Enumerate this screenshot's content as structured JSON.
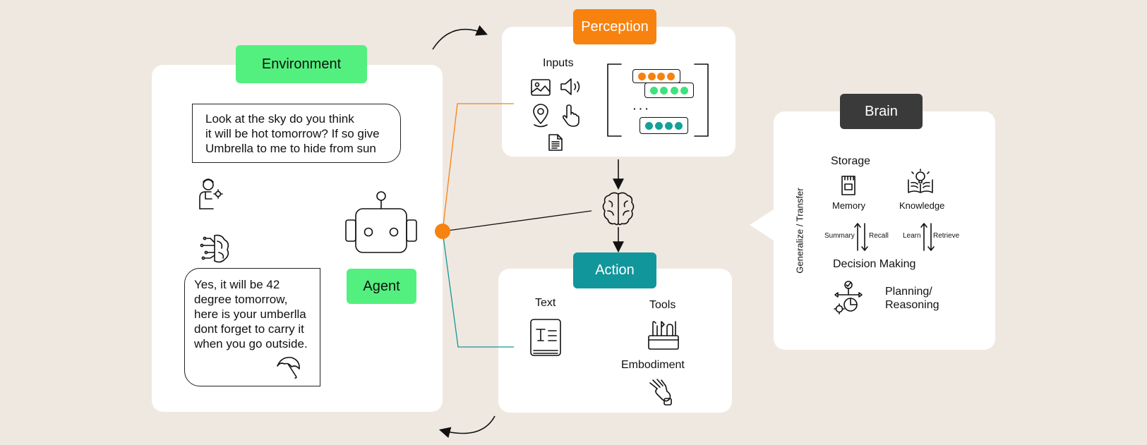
{
  "environment": {
    "title": "Environment",
    "question_lines": [
      "Look at the sky do you think",
      "it will be hot tomorrow?  If so give",
      "Umbrella to me to hide from sun"
    ],
    "answer_lines": [
      "Yes, it will be 42",
      "degree tomorrow,",
      "here is your umberlla",
      "dont forget to carry it",
      "when you go outside."
    ]
  },
  "agent": {
    "label": "Agent"
  },
  "perception": {
    "title": "Perception",
    "inputs_label": "Inputs",
    "ellipsis": "· · ·"
  },
  "action": {
    "title": "Action",
    "text_label": "Text",
    "tools_label": "Tools",
    "embodiment_label": "Embodiment"
  },
  "brain": {
    "title": "Brain",
    "side_label": "Generalize / Transfer",
    "storage": "Storage",
    "memory": "Memory",
    "knowledge": "Knowledge",
    "summary": "Summary",
    "recall": "Recall",
    "learn": "Learn",
    "retrieve": "Retrieve",
    "decision_making": "Decision Making",
    "planning_lines": [
      "Planning/",
      "Reasoning"
    ]
  },
  "colors": {
    "background": "#efe8e1",
    "environment_green": "#54f07f",
    "perception_orange": "#f7820f",
    "action_teal": "#11969b",
    "brain_dark": "#3a3a3a",
    "green_dots": "#3de27a",
    "teal_dots": "#14a19a"
  }
}
